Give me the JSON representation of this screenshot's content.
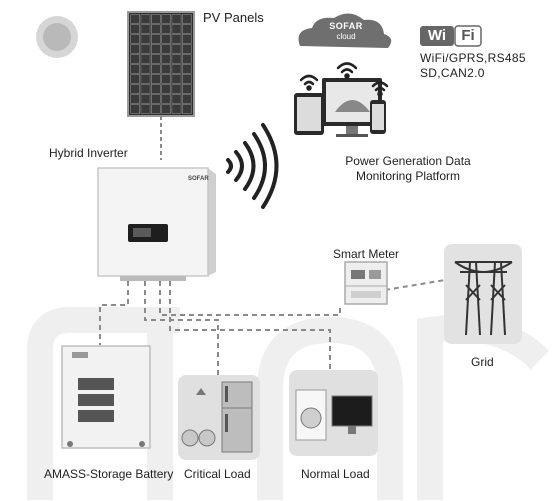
{
  "labels": {
    "pv_panels": "PV Panels",
    "hybrid_inverter": "Hybrid Inverter",
    "platform_line1": "Power Generation Data",
    "platform_line2": "Monitoring Platform",
    "smart_meter": "Smart Meter",
    "grid": "Grid",
    "battery": "AMASS-Storage Battery",
    "critical_load": "Critical Load",
    "normal_load": "Normal Load"
  },
  "cloud": {
    "brand": "SOFAR",
    "sub": "cloud"
  },
  "wifi": {
    "badge_left": "Wi",
    "badge_right": "Fi",
    "protocols_line1": "WiFi/GPRS,RS485",
    "protocols_line2": "SD,CAN2.0"
  },
  "inverter": {
    "brand": "SOFAR"
  },
  "colors": {
    "dashed_line": "#8a8a8a",
    "watermark": "#efefef",
    "panel_cell": "#3a3a3a",
    "tile_bg": "#e0e0e0"
  }
}
